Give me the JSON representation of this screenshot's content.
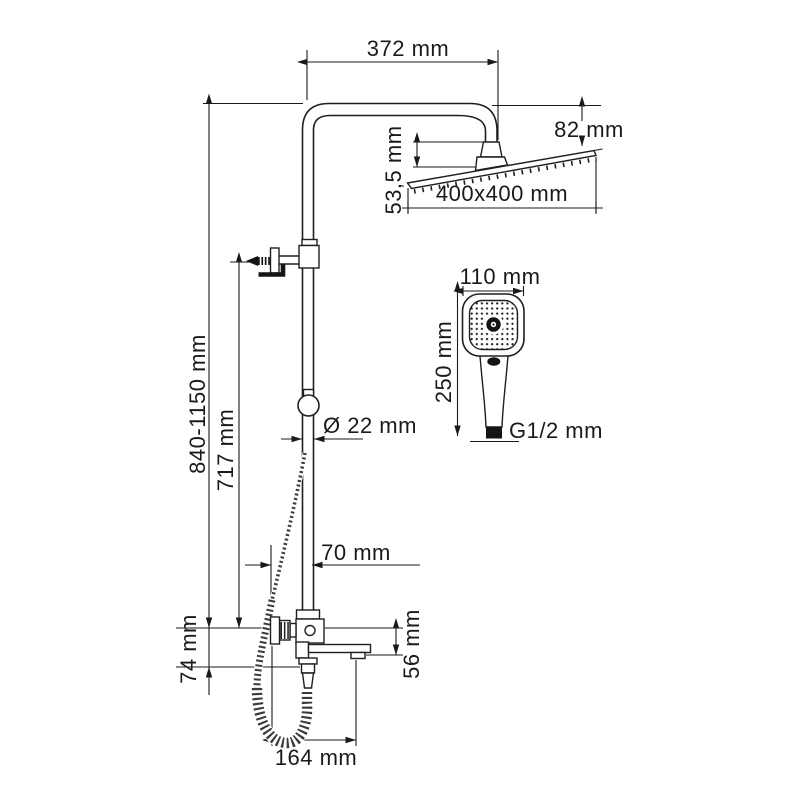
{
  "diagram": {
    "type": "technical-dimension-drawing",
    "subject": "shower column system with rain head, hand shower and swivel spout",
    "labels": {
      "arm_width": "372 mm",
      "head_drop": "53,5 mm",
      "head_offset": "82 mm",
      "head_size": "400x400 mm",
      "handshower_width": "110 mm",
      "handshower_length": "250 mm",
      "handshower_thread": "G1/2 mm",
      "pipe_diameter": "Ø 22 mm",
      "column_height": "840-1150 mm",
      "upper_column_height": "717 mm",
      "spout_offset_top": "70 mm",
      "mixer_drop": "74 mm",
      "spout_drop": "56 mm",
      "mixer_depth": "164 mm"
    },
    "colors": {
      "line": "#1a1a1a",
      "background": "#ffffff"
    }
  }
}
